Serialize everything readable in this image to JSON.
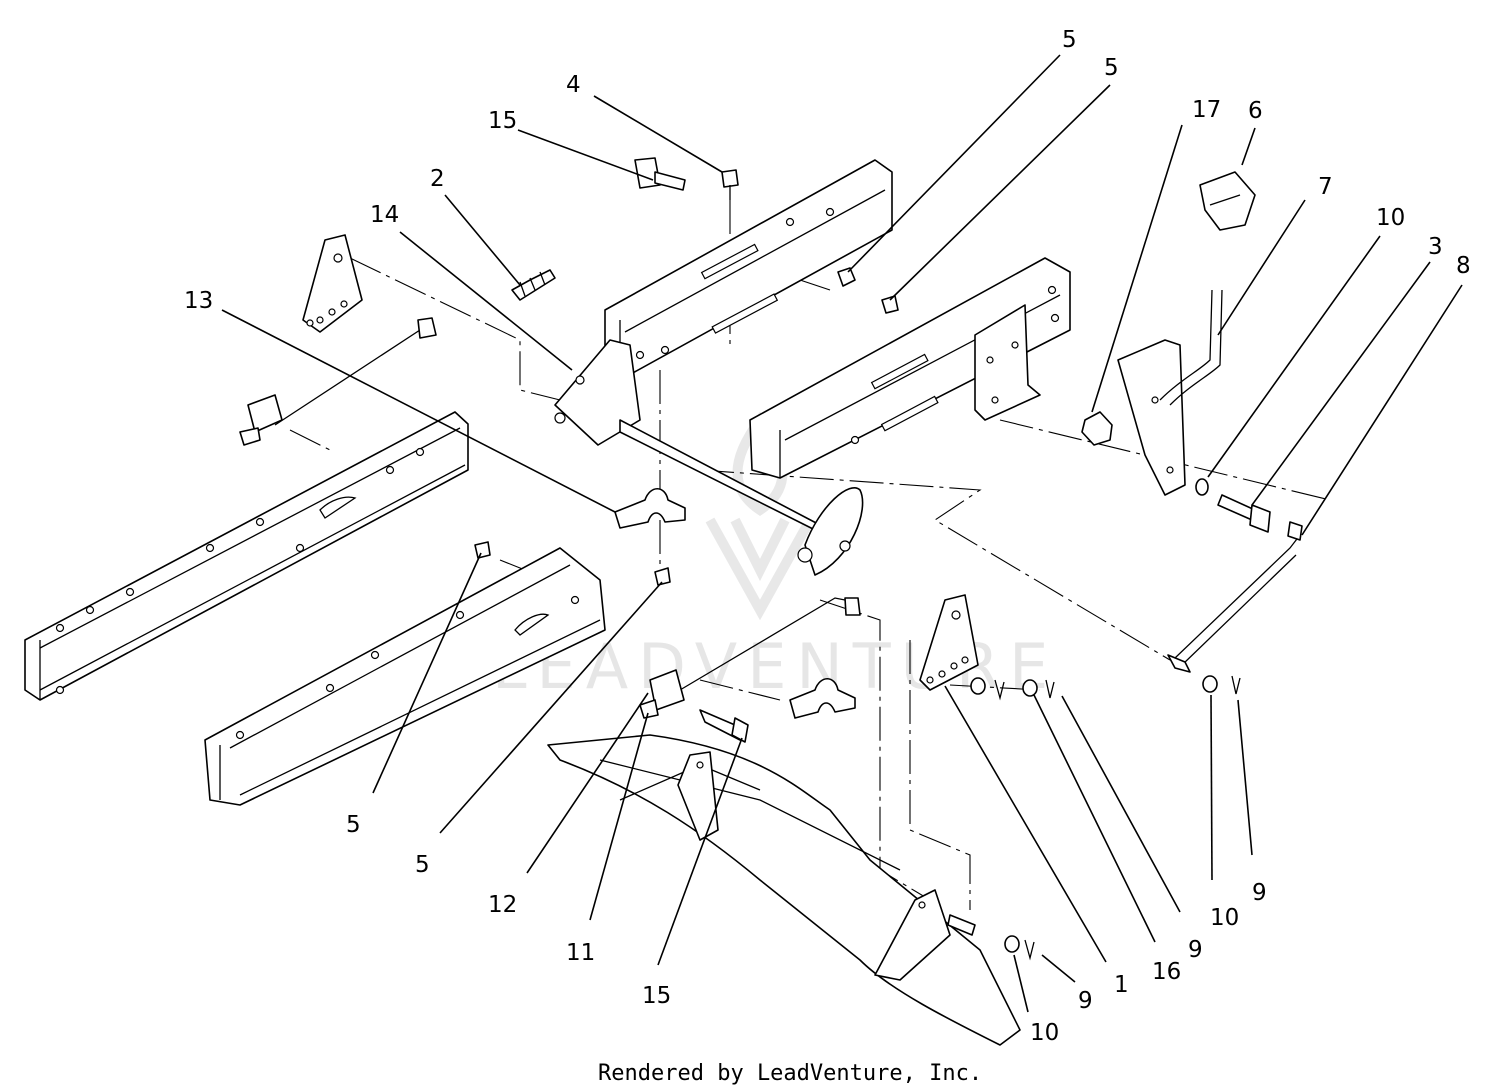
{
  "watermark": "LEADVENTURE",
  "footer": "Rendered by LeadVenture, Inc.",
  "callouts": [
    {
      "label": "4"
    },
    {
      "label": "15"
    },
    {
      "label": "2"
    },
    {
      "label": "14"
    },
    {
      "label": "13"
    },
    {
      "label": "5"
    },
    {
      "label": "5"
    },
    {
      "label": "17"
    },
    {
      "label": "6"
    },
    {
      "label": "7"
    },
    {
      "label": "10"
    },
    {
      "label": "3"
    },
    {
      "label": "8"
    },
    {
      "label": "5"
    },
    {
      "label": "5"
    },
    {
      "label": "12"
    },
    {
      "label": "11"
    },
    {
      "label": "15"
    },
    {
      "label": "1"
    },
    {
      "label": "16"
    },
    {
      "label": "9"
    },
    {
      "label": "10"
    },
    {
      "label": "9"
    },
    {
      "label": "9"
    },
    {
      "label": "10"
    }
  ]
}
